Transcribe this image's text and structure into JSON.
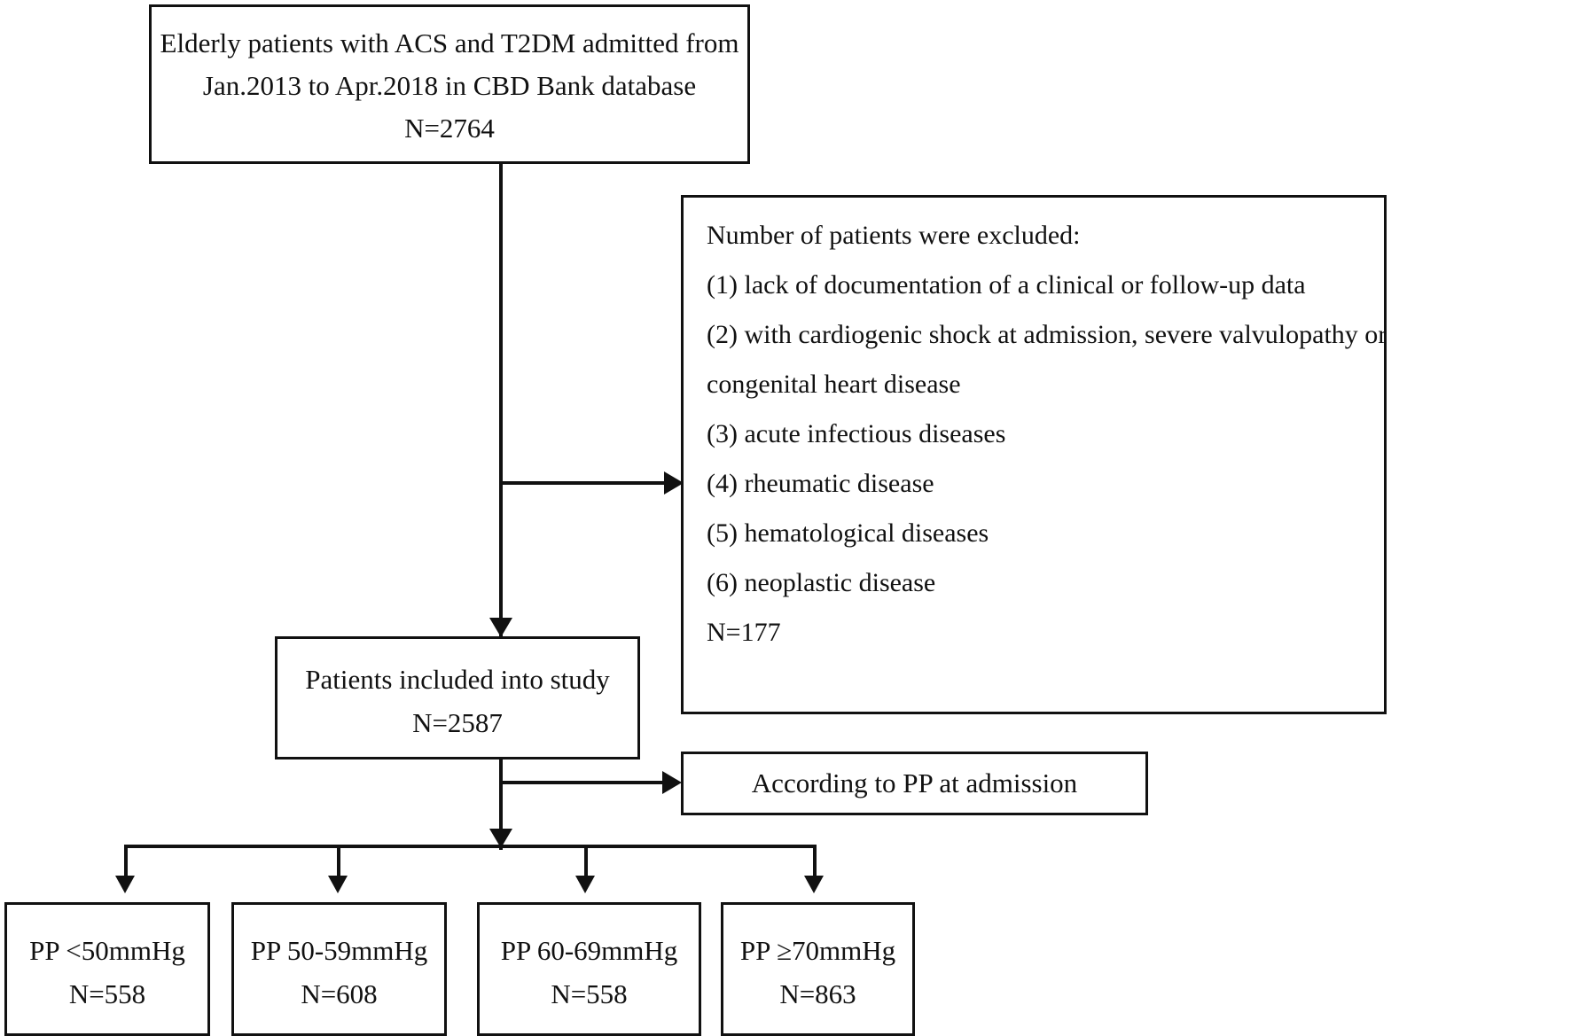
{
  "diagram": {
    "title": "Study flow diagram of elderly ACS and T2DM patients",
    "type": "flowchart",
    "nodes": {
      "source": {
        "lines": [
          "Elderly patients with ACS and T2DM admitted from",
          "Jan.2013 to Apr.2018 in CBD Bank database",
          "N=2764"
        ],
        "count_label": "N=2764",
        "count": 2764
      },
      "exclusion": {
        "lines": [
          "Number of patients were excluded:",
          "(1)  lack of documentation of a clinical or follow-up data",
          "(2) with cardiogenic shock at admission, severe valvulopathy or",
          "congenital heart disease",
          "(3) acute infectious diseases",
          "(4) rheumatic disease",
          "(5) hematological diseases",
          "(6) neoplastic disease",
          "N=177"
        ],
        "count_label": "N=177",
        "count": 177
      },
      "included": {
        "lines": [
          "Patients included into study",
          "N=2587"
        ],
        "count_label": "N=2587",
        "count": 2587
      },
      "according": {
        "lines": [
          "According to PP at admission"
        ]
      }
    },
    "groups": [
      {
        "label": "PP <50mmHg",
        "count_label": "N=558",
        "count": 558
      },
      {
        "label": "PP 50-59mmHg",
        "count_label": "N=608",
        "count": 608
      },
      {
        "label": "PP 60-69mmHg",
        "count_label": "N=558",
        "count": 558
      },
      {
        "label": "PP ≥70mmHg",
        "count_label": "N=863",
        "count": 863
      }
    ],
    "colors": {
      "stroke": "#111111",
      "background": "#ffffff",
      "text": "#111111"
    }
  }
}
